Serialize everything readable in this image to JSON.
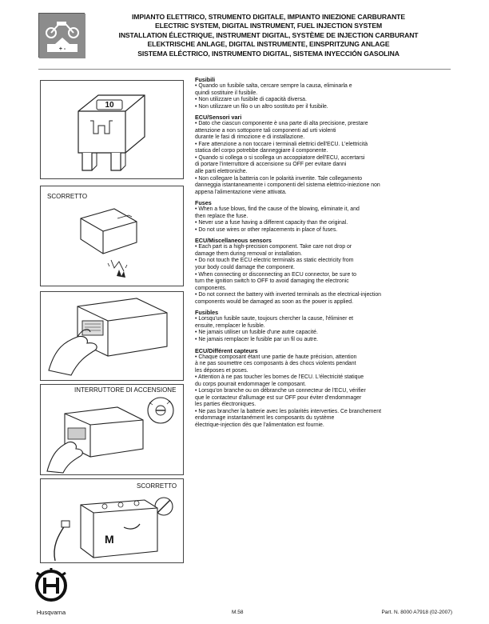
{
  "header": {
    "titles": [
      "IMPIANTO ELETTRICO, STRUMENTO DIGITALE, IMPIANTO INIEZIONE CARBURANTE",
      "ELECTRIC SYSTEM, DIGITAL INSTRUMENT, FUEL INJECTION SYSTEM",
      "INSTALLATION ÉLECTRIQUE, INSTRUMENT DIGITAL, SYSTÈME DE INJECTION CARBURANT",
      "ELEKTRISCHE ANLAGE, DIGITAL INSTRUMENTE, EINSPRITZUNG ANLAGE",
      "SISTEMA ELÉCTRICO, INSTRUMENTO DIGITAL, SISTEMA INYECCIÓN GASOLINA"
    ],
    "icon_sign": "+ -"
  },
  "figures": {
    "fuse_label": "10",
    "scorretto_1": "SCORRETTO",
    "interruttore": "INTERRUTTORE DI ACCENSIONE",
    "scorretto_2": "SCORRETTO",
    "battery_letter": "M"
  },
  "sections": [
    {
      "title": "Fusibili",
      "lines": [
        "• Quando un fusibile salta, cercare sempre la causa, eliminarla e",
        "quindi sostituire il fusibile.",
        "• Non utilizzare un fusibile di capacità diversa.",
        "• Non utilizzare un filo o un altro sostituto per il fusibile."
      ]
    },
    {
      "title": "ECU/Sensori vari",
      "lines": [
        "• Dato che ciascun componente è una parte di alta precisione, prestare",
        "attenzione a non sottoporre tali componenti ad urti violenti",
        "durante le fasi di rimozione e di installazione.",
        "• Fare attenzione a non toccare i terminali elettrici dell'ECU. L'elettricità",
        "statica del corpo potrebbe danneggiare il componente.",
        "• Quando si collega o si scollega un accoppiatore dell'ECU, accertarsi",
        "di portare l'interruttore di accensione su OFF per evitare danni",
        "alle parti elettroniche.",
        "• Non collegare la batteria con le polarità invertite. Tale collegamento",
        "danneggia istantaneamente i componenti del sistema elettrico-iniezione non",
        "appena l'alimentazione viene attivata."
      ]
    },
    {
      "title": "Fuses",
      "lines": [
        "• When a fuse blows, find the cause of the blowing, eliminate it, and",
        "then replace the fuse.",
        "• Never use a fuse having a different capacity than the original.",
        "• Do not use wires or other replacements in place of fuses."
      ]
    },
    {
      "title": "ECU/Miscellaneous sensors",
      "lines": [
        "• Each part is a high-precision component. Take care not drop or",
        "damage them during removal or installation.",
        "• Do not touch the ECU electric terminals as static electricity from",
        "your body could damage the component.",
        "• When connecting or disconnecting an ECU connector, be sure to",
        "turn the ignition switch to OFF to avoid damaging the electronic",
        "components.",
        "• Do not connect the battery with inverted terminals as the electrical-injection",
        "components would be damaged as soon as the power is applied."
      ]
    },
    {
      "title": "Fusibles",
      "lines": [
        "• Lorsqu'un fusible saute, toujours chercher la cause, l'éliminer et",
        "ensuite, remplacer le fusible.",
        "• Ne jamais utiliser un fusible d'une autre capacité.",
        "• Ne jamais remplacer le fusible par un fil ou autre."
      ]
    },
    {
      "title": "ECU/Différent capteurs",
      "lines": [
        "• Chaque composant étant une partie de haute précision, attention",
        "à ne pas soumettre ces composants à des chocs violents pendant",
        "les déposes et poses.",
        "• Attention à ne pas toucher les bornes de l'ECU. L'électricité statique",
        "du corps pourrait endommager le composant.",
        "• Lorsqu'on branche ou on débranche un connecteur de l'ECU, vérifier",
        "que le contacteur d'allumage est sur OFF pour éviter d'endommager",
        "les parties électroniques.",
        "• Ne pas brancher la batterie avec les polarités interverties. Ce branchement",
        "endommage instantanément les composants du système",
        "électrique-injection dès que l'alimentation est fournie."
      ]
    }
  ],
  "footer": {
    "brand": "Husqvarna",
    "page": "M.58",
    "part": "Part. N. 8000 A7918 (02-2007)"
  },
  "colors": {
    "icon_bg": "#8c8c8c",
    "rule": "#888888",
    "text": "#111111"
  }
}
